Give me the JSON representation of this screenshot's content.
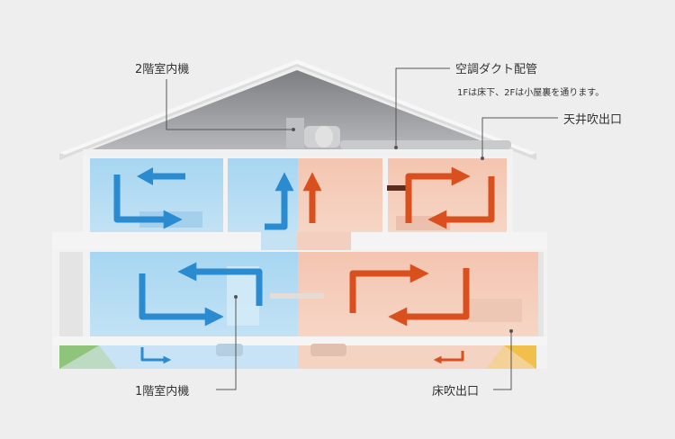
{
  "labels": {
    "unit_2f": "2階室内機",
    "duct": "空調ダクト配管",
    "duct_note": "1Fは床下、2Fは小屋裏を通ります。",
    "ceiling_outlet": "天井吹出口",
    "unit_1f": "1階室内機",
    "floor_outlet": "床吹出口"
  },
  "colors": {
    "background": "#eeeeef",
    "cool_zone": "#a8d3ee",
    "cool_arrow": "#2a8bd0",
    "warm_zone": "#f2c9b6",
    "warm_arrow": "#d9501e",
    "floor_green": "#8fc57a",
    "floor_yellow": "#f0c04a"
  }
}
